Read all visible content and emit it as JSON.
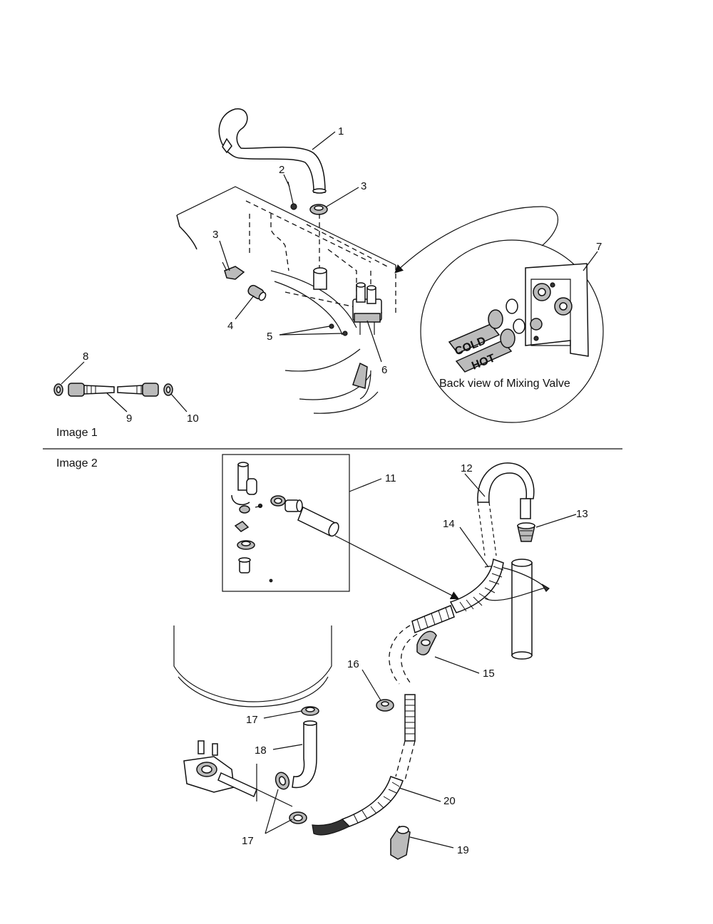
{
  "image_labels": {
    "image1": "Image 1",
    "image2": "Image 2"
  },
  "callouts": {
    "c1": "1",
    "c2": "2",
    "c3a": "3",
    "c3b": "3",
    "c4": "4",
    "c5": "5",
    "c6": "6",
    "c7": "7",
    "c8": "8",
    "c9": "9",
    "c10": "10",
    "c11": "11",
    "c12": "12",
    "c13": "13",
    "c14": "14",
    "c15": "15",
    "c16": "16",
    "c17a": "17",
    "c17b": "17",
    "c18": "18",
    "c19": "19",
    "c20": "20"
  },
  "mixing_valve_view": {
    "caption": "Back view of Mixing Valve",
    "cold_label": "COLD",
    "hot_label": "HOT"
  }
}
